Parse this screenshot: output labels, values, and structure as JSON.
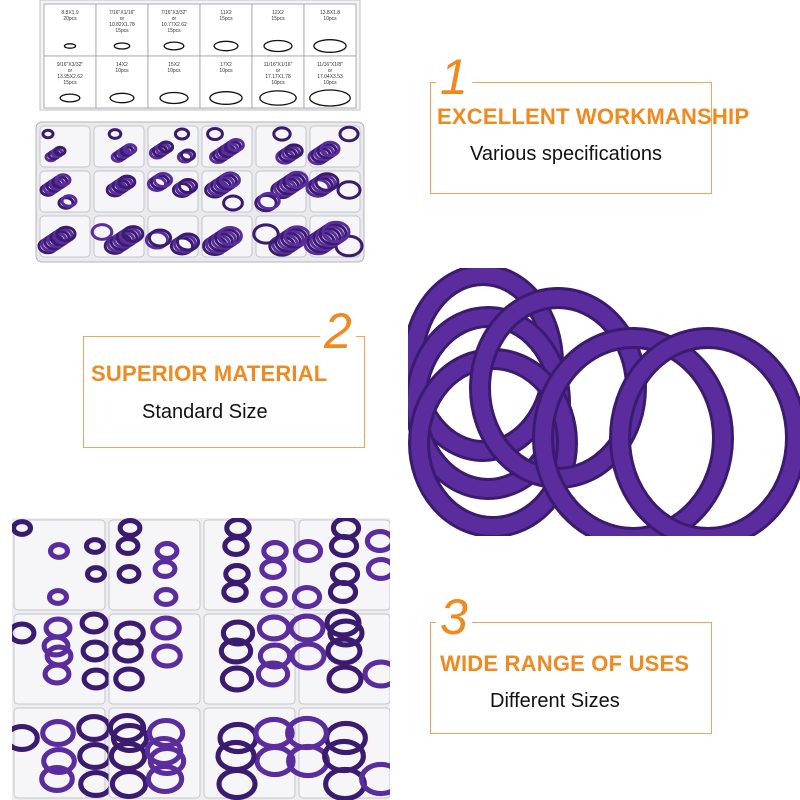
{
  "colors": {
    "accent": "#f0891e",
    "box_border": "#f0a35a",
    "ring": "#5a2c9e",
    "ring_dark": "#3b1b70"
  },
  "features": [
    {
      "number": "1",
      "heading": "EXCELLENT WORKMANSHIP",
      "subtitle": "Various specifications"
    },
    {
      "number": "2",
      "heading": "SUPERIOR MATERIAL",
      "subtitle": "Standard Size"
    },
    {
      "number": "3",
      "heading": "WIDE RANGE OF USES",
      "subtitle": "Different Sizes"
    }
  ],
  "photos": {
    "kit_box_label": {
      "row1": [
        "8.8X1.9 20pcs",
        "7/16\"X1/16\" or 10.82X1.78 15pcs",
        "7/16\"X3/32\" or 10.77X2.62 15pcs",
        "11X2 15pcs",
        "12X2 15pcs",
        "13.8X1.8 10pcs"
      ],
      "row2": [
        "9/16\"X3/32\" or 13.95X2.62 15pcs",
        "14X2 10pcs",
        "15X2 10pcs",
        "17X2 10pcs",
        "11/16\"X1/16\" or 17.17X1.78 10pcs",
        "11/16\"X1/8\" or 17.04X3.53 10pcs"
      ]
    },
    "rings_closeup": "purple o-rings close-up",
    "kit_closeup": "organizer compartments close-up"
  }
}
